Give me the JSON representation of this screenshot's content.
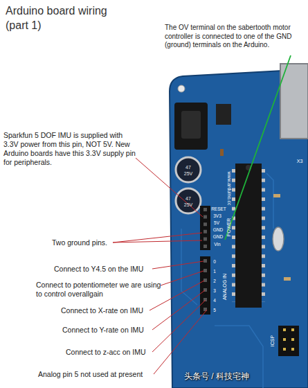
{
  "diagram": {
    "title": "Arduino board wiring (part 1)",
    "labels": [
      "The OV terminal on the sabertooth motor controller is connected to one of the GND (ground) terminals on the Arduino.",
      "Sparkfun 5 DOF IMU is supplied with 3.3V power from this pin, NOT 5V. New Arduino boards have this 3.3V supply pin for peripherals.",
      "Two ground pins.",
      "Connect to Y4.5 on the IMU",
      "Connect to potentiometer we are using to control overallgain",
      "Connect to X-rate on IMU",
      "Connect to Y-rate on IMU",
      "Connect to z-acc on IMU",
      "Analog pin 5 not used at present",
      "RESET",
      "3V3",
      "5V",
      "GND",
      "GND",
      "Vin",
      "POWER",
      "ANALOG IN",
      "0",
      "1",
      "2",
      "3",
      "4",
      "5",
      "www.arduino.cc",
      "ICSP",
      "X3",
      "47",
      "25V",
      "47",
      "25V",
      "头条号 / 科技宅神"
    ]
  }
}
